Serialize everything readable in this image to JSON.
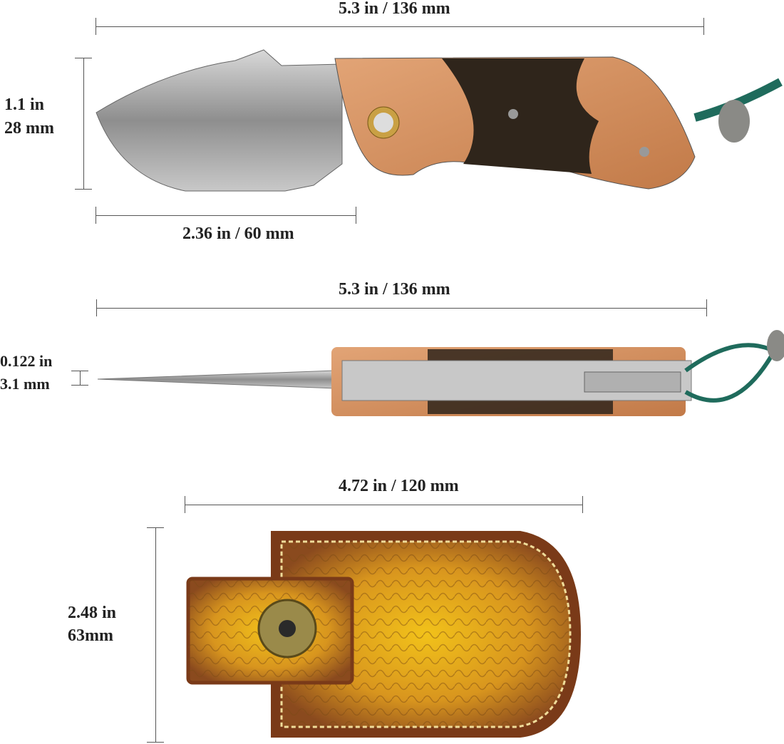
{
  "view_top": {
    "length_label": "5.3 in / 136 mm",
    "height_label_in": "1.1 in",
    "height_label_mm": "28 mm",
    "blade_label": "2.36 in / 60 mm"
  },
  "view_side": {
    "length_label": "5.3 in / 136 mm",
    "thickness_label_in": "0.122 in",
    "thickness_label_mm": "3.1 mm"
  },
  "view_sheath": {
    "length_label": "4.72 in / 120 mm",
    "height_label_in": "2.48 in",
    "height_label_mm": "63mm"
  },
  "colors": {
    "leather": "#a0522d",
    "leather_light": "#e8b020",
    "wood": "#d9925e",
    "resin": "#2a2118",
    "cord": "#1f6b5c",
    "steel": "#a8a8a8"
  }
}
